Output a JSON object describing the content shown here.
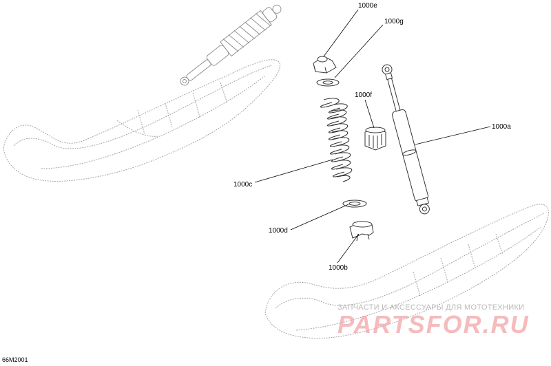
{
  "callouts": {
    "shock": "1000a",
    "bushing": "1000b",
    "spring": "1000c",
    "lower_seat": "1000d",
    "upper_retainer": "1000e",
    "adjuster_sleeve": "1000f",
    "upper_seat": "1000g"
  },
  "diagram_code": "66M2001",
  "watermark": {
    "subtitle": "ЗАПЧАСТИ И АКСЕССУАРЫ ДЛЯ МОТОТЕХНИКИ",
    "brand": "PARTSFOR.RU",
    "color": "#f2a5a8"
  }
}
